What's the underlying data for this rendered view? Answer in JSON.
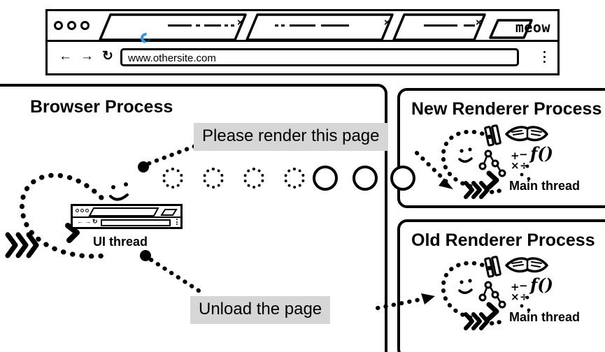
{
  "browser_chrome": {
    "url": "www.othersite.com",
    "brand_label": "meow",
    "window_dots": [
      "close-dot",
      "minimize-dot",
      "maximize-dot"
    ],
    "nav": {
      "back": "←",
      "forward": "→",
      "reload": "↻"
    },
    "tabs": [
      {
        "id": "tab-1",
        "state": "loading",
        "close": "×"
      },
      {
        "id": "tab-2",
        "state": "idle",
        "close": "×"
      },
      {
        "id": "tab-3",
        "state": "idle",
        "close": "×"
      }
    ],
    "new_tab_label": "+",
    "menu": "kebab-menu"
  },
  "processes": {
    "browser": {
      "title": "Browser Process"
    },
    "new_renderer": {
      "title": "New Renderer Process"
    },
    "old_renderer": {
      "title": "Old Renderer Process"
    }
  },
  "threads": {
    "ui_thread": "UI thread",
    "new_main_thread": "Main thread",
    "old_main_thread": "Main thread"
  },
  "messages": {
    "render_request": "Please render this page",
    "unload_request": "Unload the page"
  },
  "ipc_circles": {
    "dotted_count": 4,
    "solid_count": 3,
    "description": "navigation-message-in-flight"
  },
  "colors": {
    "ink": "#000000",
    "label_background": "#d6d6d6",
    "spinner_accent": "#3399e6",
    "page_background": "#ffffff"
  }
}
